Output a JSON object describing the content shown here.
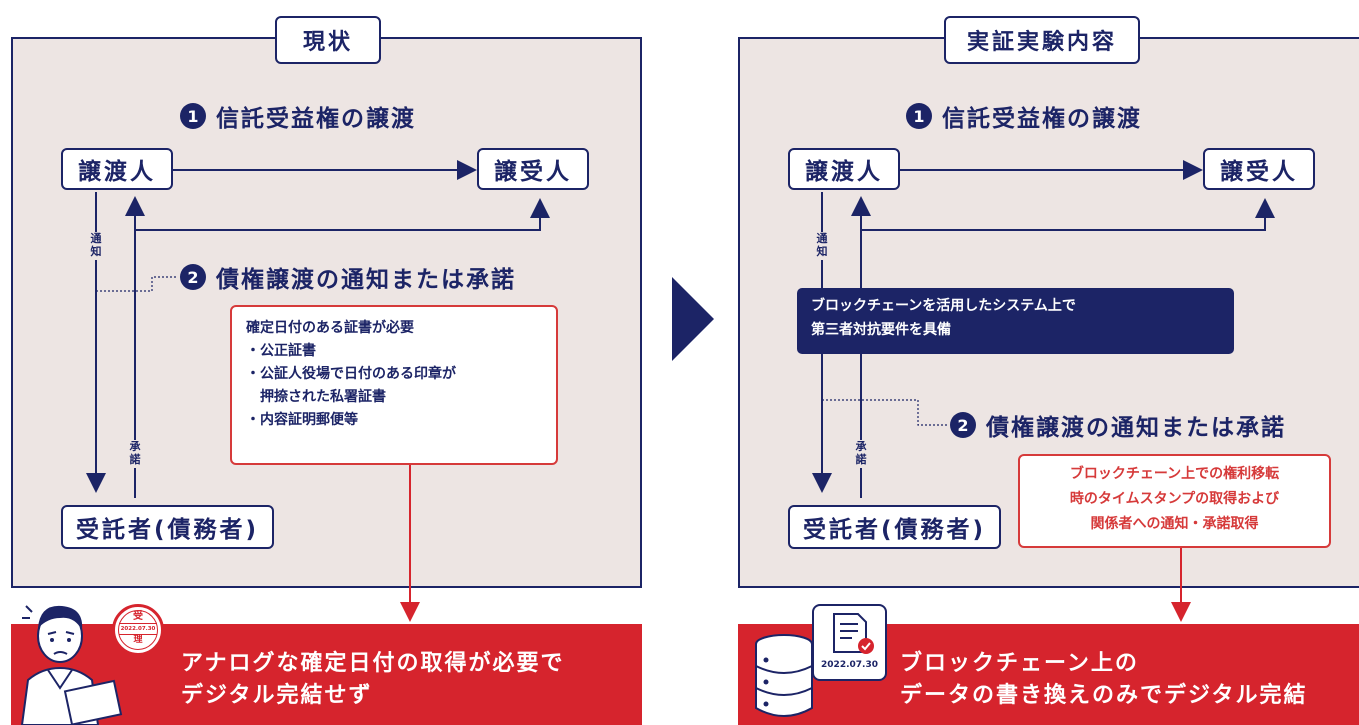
{
  "left": {
    "title": "現状",
    "heading1_num": "1",
    "heading1": "信託受益権の譲渡",
    "heading2_num": "2",
    "heading2": "債権譲渡の通知または承諾",
    "assignor": "譲渡人",
    "assignee": "譲受人",
    "trustee": "受託者(債務者)",
    "notice": "通知",
    "consent": "承諾",
    "requirements_title": "確定日付のある証書が必要",
    "requirements": [
      "・公正証書",
      "・公証人役場で日付のある印章が",
      "　押捺された私署証書",
      "・内容証明郵便等"
    ],
    "stamp_top": "受",
    "stamp_date": "2022.07.30",
    "stamp_bottom": "理",
    "banner_line1": "アナログな確定日付の取得が必要で",
    "banner_line2": "デジタル完結せず"
  },
  "right": {
    "title": "実証実験内容",
    "heading1_num": "1",
    "heading1": "信託受益権の譲渡",
    "heading2_num": "2",
    "heading2": "債権譲渡の通知または承諾",
    "assignor": "譲渡人",
    "assignee": "譲受人",
    "trustee": "受託者(債務者)",
    "notice": "通知",
    "consent": "承諾",
    "blockchain_line1": "ブロックチェーンを活用したシステム上で",
    "blockchain_line2": "第三者対抗要件を具備",
    "timestamp_line1": "ブロックチェーン上での権利移転",
    "timestamp_line2": "時のタイムスタンプの取得および",
    "timestamp_line3": "関係者への通知・承諾取得",
    "doc_date": "2022.07.30",
    "banner_line1": "ブロックチェーン上の",
    "banner_line2": "データの書き換えのみでデジタル完結"
  },
  "colors": {
    "navy": "#1c2466",
    "red": "#d6242d",
    "panel": "#ede5e3"
  }
}
